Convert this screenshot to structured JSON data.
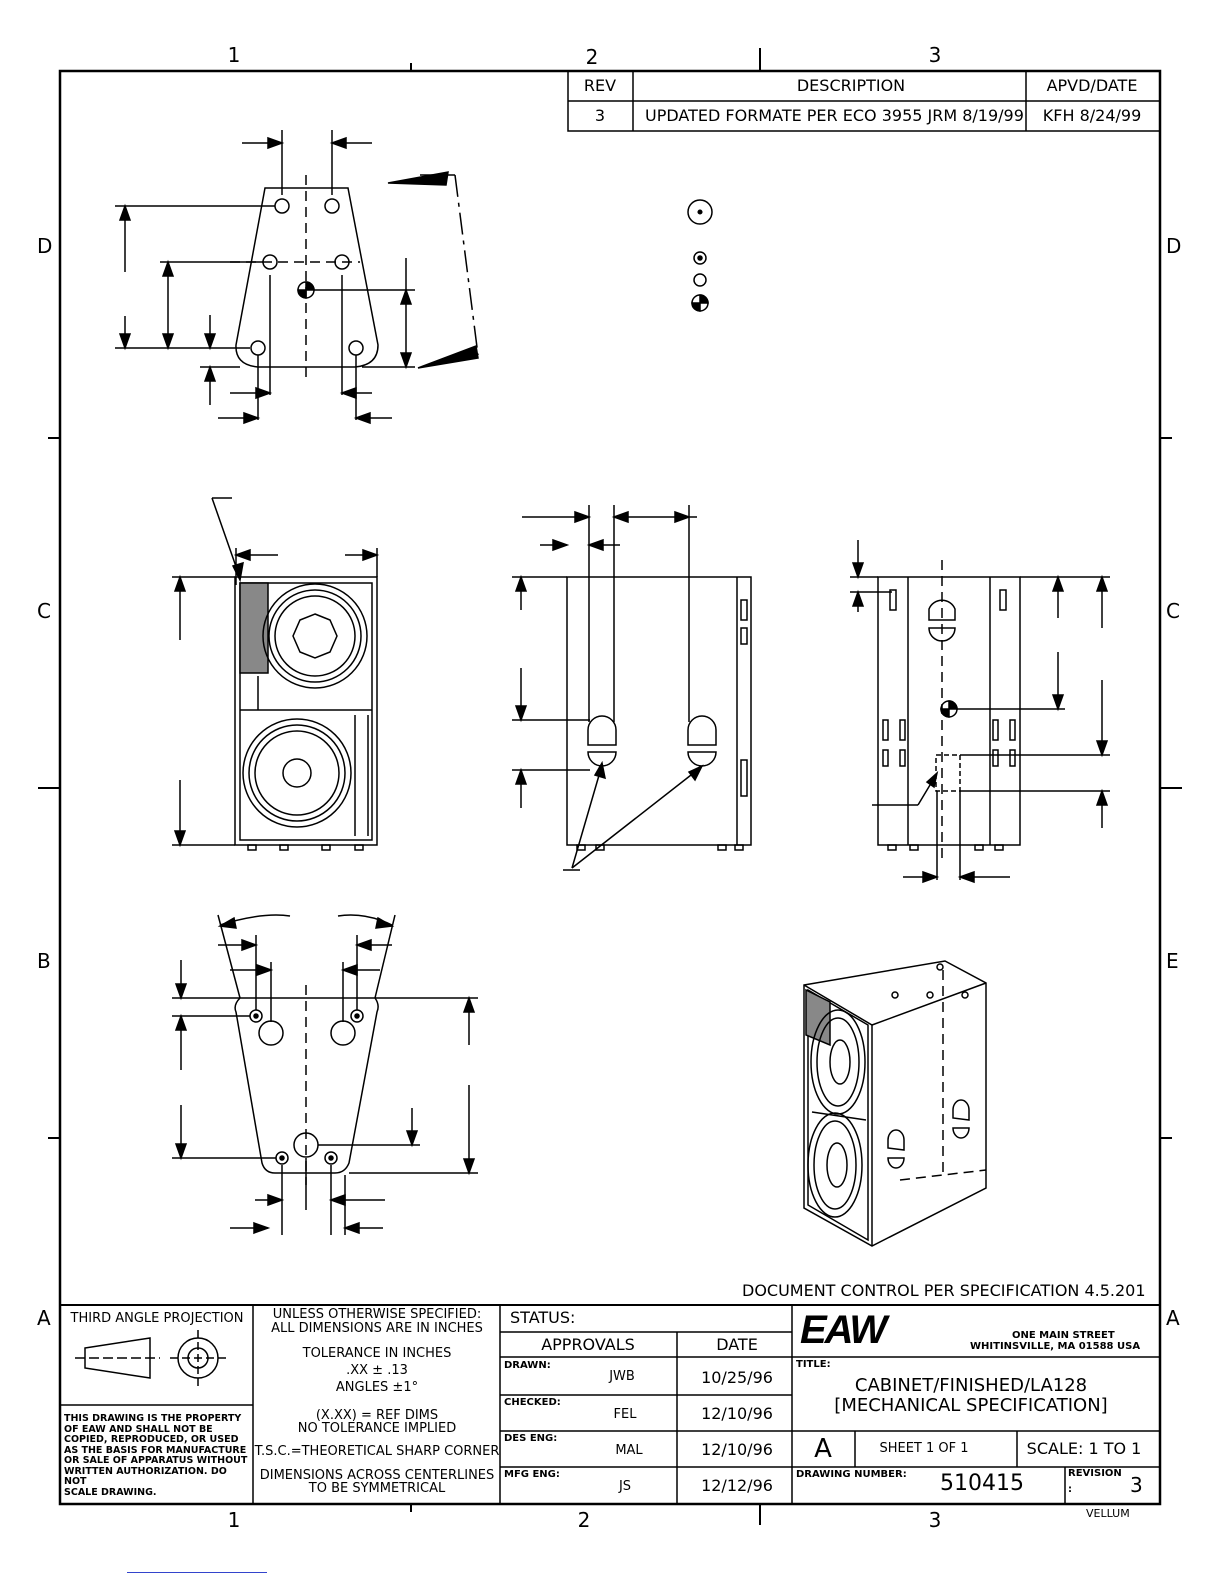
{
  "zones": {
    "columns": [
      "1",
      "2",
      "3"
    ],
    "rows_left": [
      "D",
      "C",
      "B",
      "A"
    ],
    "rows_right": [
      "D",
      "C",
      "E",
      "A"
    ]
  },
  "revision_block": {
    "headers": {
      "rev": "REV",
      "description": "DESCRIPTION",
      "approved": "APVD/DATE"
    },
    "row": {
      "rev": "3",
      "description": "UPDATED FORMATE PER ECO 3955 JRM 8/19/99",
      "approved": "KFH 8/24/99"
    }
  },
  "doc_control": "DOCUMENT CONTROL PER SPECIFICATION 4.5.201",
  "title_block": {
    "projection_label": "THIRD ANGLE PROJECTION",
    "property_notice": [
      "THIS DRAWING IS THE PROPERTY",
      "OF EAW AND SHALL NOT BE",
      "COPIED, REPRODUCED, OR USED",
      "AS THE BASIS FOR MANUFACTURE",
      "OR SALE OF APPARATUS WITHOUT",
      "WRITTEN AUTHORIZATION. DO NOT",
      "SCALE DRAWING."
    ],
    "notes": {
      "unless_1": "UNLESS OTHERWISE SPECIFIED:",
      "unless_2": "ALL DIMENSIONS ARE IN INCHES",
      "tolerance": "TOLERANCE IN INCHES",
      "tolerance_xx": ".XX ± .13",
      "angles": "ANGLES ±1°",
      "ref_dims": "(X.XX) = REF DIMS",
      "no_tolerance": "NO TOLERANCE IMPLIED",
      "tsc": "T.S.C.=THEORETICAL SHARP CORNER",
      "dims_1": "DIMENSIONS ACROSS CENTERLINES",
      "dims_2": "TO BE SYMMETRICAL"
    },
    "status_label": "STATUS:",
    "approvals_header": "APPROVALS",
    "date_header": "DATE",
    "approvals": [
      {
        "role": "DRAWN:",
        "name": "JWB",
        "date": "10/25/96"
      },
      {
        "role": "CHECKED:",
        "name": "FEL",
        "date": "12/10/96"
      },
      {
        "role": "DES ENG:",
        "name": "MAL",
        "date": "12/10/96"
      },
      {
        "role": "MFG ENG:",
        "name": "JS",
        "date": "12/12/96"
      }
    ],
    "company": {
      "logo": "EAW",
      "address_1": "ONE MAIN STREET",
      "address_2": "WHITINSVILLE, MA  01588  USA"
    },
    "title_label": "TITLE:",
    "title_1": "CABINET/FINISHED/LA128",
    "title_2": "[MECHANICAL SPECIFICATION]",
    "size": "A",
    "sheet": "SHEET 1 OF 1",
    "scale": "SCALE: 1 TO 1",
    "drawing_number_label": "DRAWING NUMBER:",
    "drawing_number": "510415",
    "revision_label": "REVISION",
    "revision_colon": ":",
    "revision": "3",
    "vellum": "VELLUM"
  }
}
